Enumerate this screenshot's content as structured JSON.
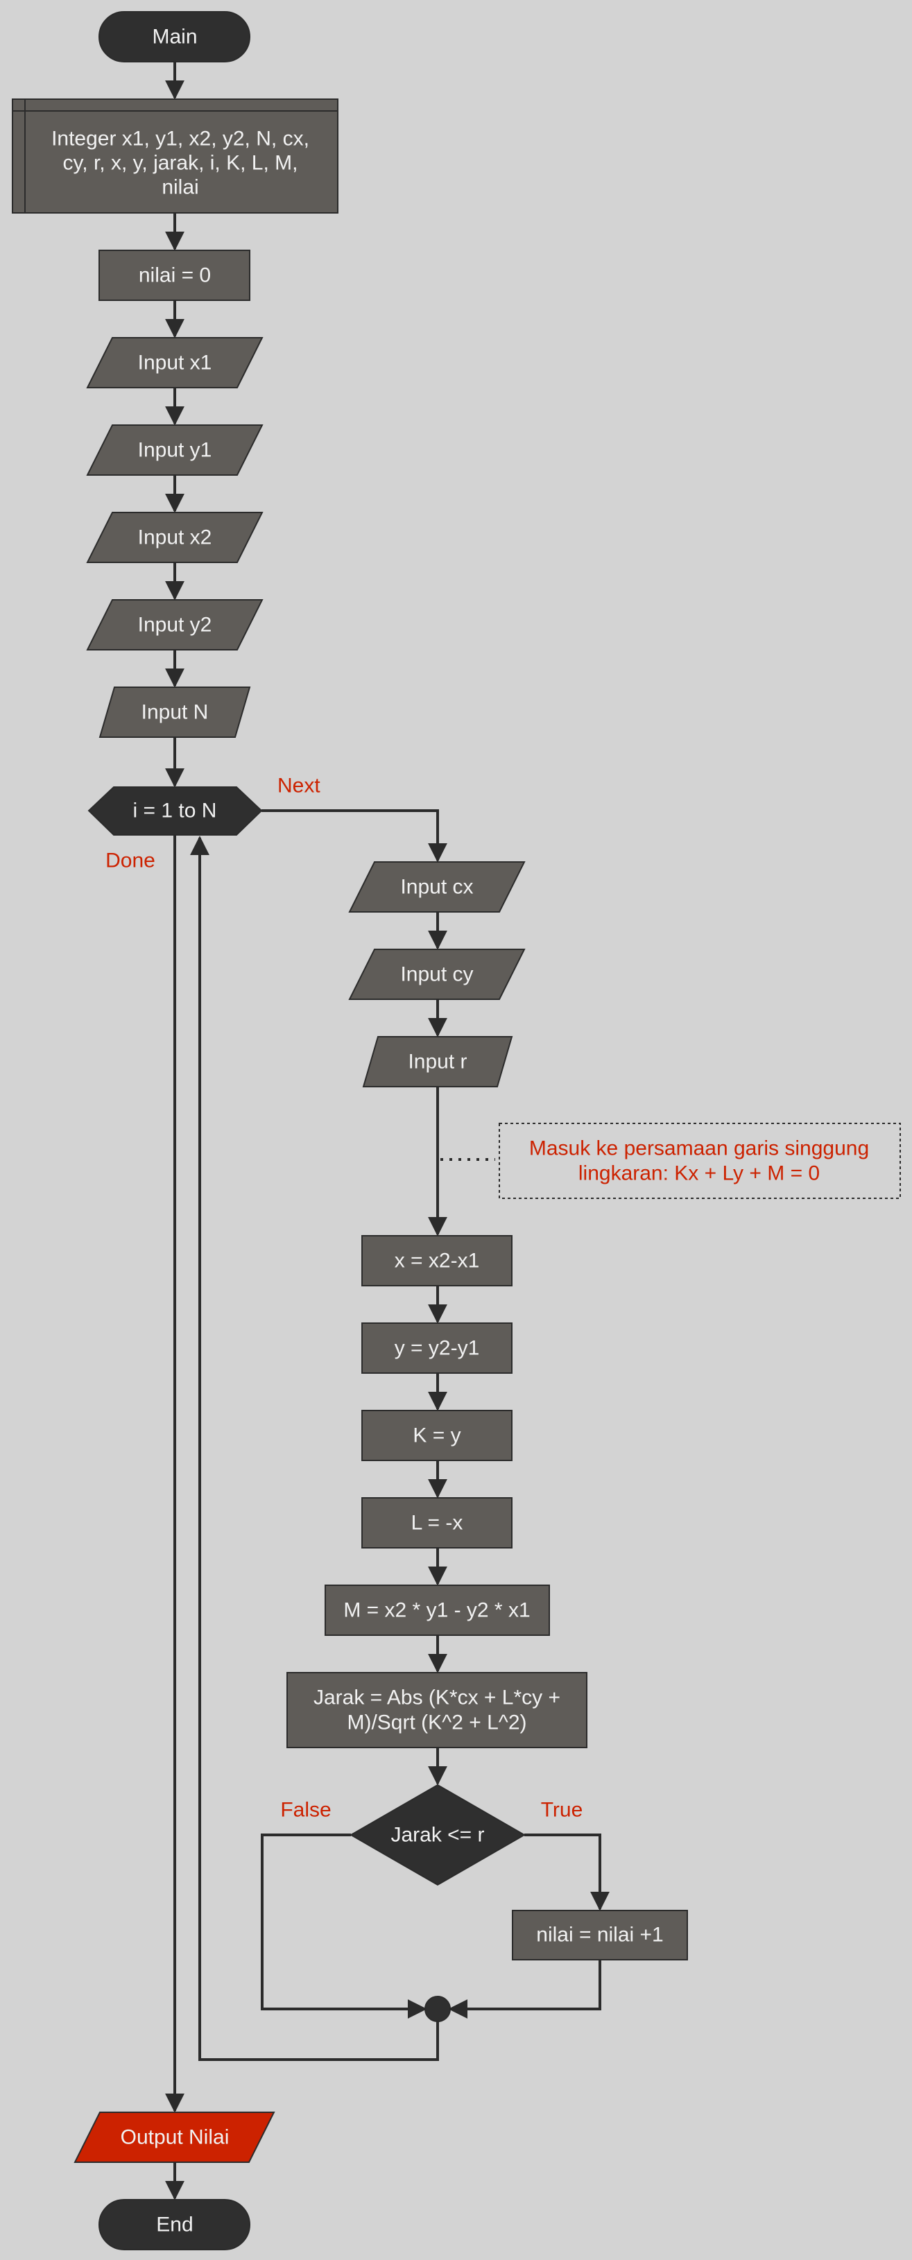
{
  "diagram": {
    "start": "Main",
    "declare": [
      "Integer x1, y1, x2, y2, N, cx,",
      "cy, r, x, y, jarak, i, K, L, M,",
      "nilai"
    ],
    "init": "nilai = 0",
    "input_x1": "Input x1",
    "input_y1": "Input y1",
    "input_x2": "Input x2",
    "input_y2": "Input y2",
    "input_n": "Input N",
    "loop": "i = 1 to N",
    "loop_next": "Next",
    "loop_done": "Done",
    "input_cx": "Input cx",
    "input_cy": "Input cy",
    "input_r": "Input r",
    "comment": [
      "Masuk ke persamaan garis singgung",
      "lingkaran: Kx + Ly + M = 0"
    ],
    "assign_x": "x = x2-x1",
    "assign_y": "y = y2-y1",
    "assign_k": "K = y",
    "assign_l": "L = -x",
    "assign_m": "M = x2 * y1 - y2 * x1",
    "assign_jarak": [
      "Jarak = Abs (K*cx + L*cy +",
      "M)/Sqrt (K^2 + L^2)"
    ],
    "decision": "Jarak <= r",
    "decision_false": "False",
    "decision_true": "True",
    "increment": "nilai = nilai +1",
    "output": "Output Nilai",
    "end": "End"
  },
  "colors": {
    "background": "#d3d3d3",
    "terminal": "#2f2f2f",
    "process": "#5f5c58",
    "stroke": "#2b2b2b",
    "text": "#f2f2f2",
    "accent_red": "#cc2200",
    "output_fill": "#cc2200"
  }
}
